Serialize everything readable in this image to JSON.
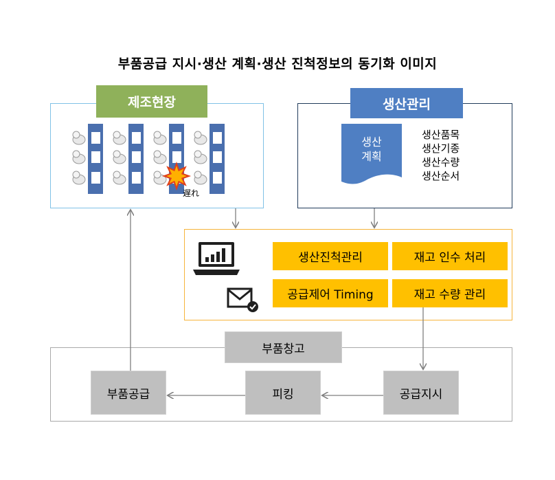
{
  "title": "부품공급 지시·생산 계획·생산 진척정보의 동기화 이미지",
  "factory": {
    "label": "제조현장",
    "delay_label": "遅れ"
  },
  "production_management": {
    "label": "생산관리",
    "document_lines": [
      "생산",
      "계획"
    ],
    "items": [
      "생산품목",
      "생산기종",
      "생산수량",
      "생산순서"
    ]
  },
  "system": {
    "boxes": [
      "생산진척관리",
      "재고 인수 처리",
      "공급제어 Timing",
      "재고 수량 관리"
    ],
    "icons": [
      "laptop-chart-icon",
      "mail-check-icon"
    ]
  },
  "warehouse": {
    "label": "부품창고",
    "steps": [
      "부품공급",
      "피킹",
      "공급지시"
    ]
  },
  "colors": {
    "green": "#8fb15a",
    "blue": "#4f7fc3",
    "orange": "#ffc000",
    "gray": "#bfbfbf",
    "line_blue": "#4a6fae"
  }
}
